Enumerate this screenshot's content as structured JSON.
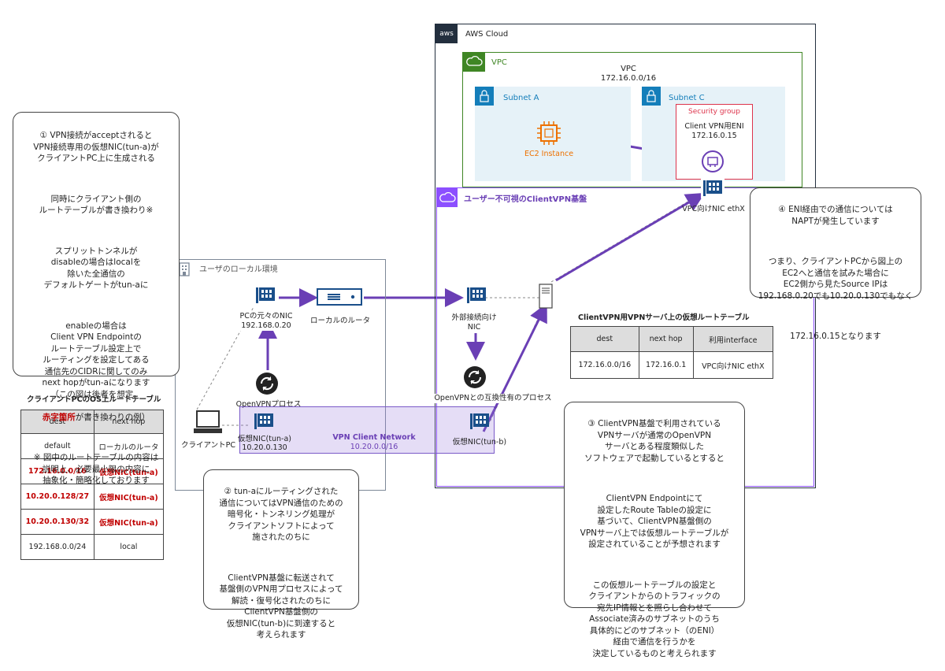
{
  "aws": {
    "title": "AWS Cloud",
    "logo_text": "aws"
  },
  "vpc": {
    "label": "VPC",
    "name": "VPC",
    "cidr": "172.16.0.0/16"
  },
  "subnet_a": {
    "label": "Subnet A"
  },
  "subnet_c": {
    "label": "Subnet C"
  },
  "security_group": {
    "label": "Security group",
    "eni_label": "Client VPN用ENI",
    "eni_ip": "172.16.0.15"
  },
  "ec2": {
    "label": "EC2 Instance"
  },
  "vpn_base": {
    "title": "ユーザー不可視のClientVPN基盤"
  },
  "vpc_nic": {
    "label": "VPC向けNIC ethX"
  },
  "local_env": {
    "title": "ユーザのローカル環境"
  },
  "pc_nic": {
    "label": "PCの元々のNIC",
    "ip": "192.168.0.20"
  },
  "router": {
    "label": "ローカルのルータ"
  },
  "ext_nic": {
    "label": "外部接続向け\nNIC"
  },
  "openvpn_process": {
    "label": "OpenVPNプロセス"
  },
  "openvpn_compat": {
    "label": "OpenVPNとの互換性有のプロセス"
  },
  "client_pc": {
    "label": "クライアントPC"
  },
  "tun_a": {
    "label": "仮想NIC(tun-a)",
    "ip": "10.20.0.130"
  },
  "tun_b": {
    "label": "仮想NIC(tun-b)"
  },
  "vpn_client_network": {
    "title": "VPN Client Network",
    "cidr": "10.20.0.0/16"
  },
  "server_table": {
    "title": "ClientVPN用VPNサーバ上の仮想ルートテーブル",
    "headers": [
      "dest",
      "next hop",
      "利用interface"
    ],
    "rows": [
      [
        "172.16.0.0/16",
        "172.16.0.1",
        "VPC向けNIC ethX"
      ]
    ]
  },
  "client_table": {
    "title": "クライアントPCのOS上ルートテーブル",
    "headers": [
      "dest",
      "next hop"
    ],
    "rows": [
      [
        "default",
        "ローカルのルータ"
      ],
      [
        "172.16.0.0/16",
        "仮想NIC(tun-a)"
      ],
      [
        "10.20.0.128/27",
        "仮想NIC(tun-a)"
      ],
      [
        "10.20.0.130/32",
        "仮想NIC(tun-a)"
      ],
      [
        "192.168.0.0/24",
        "local"
      ]
    ],
    "highlight_color": "#c00000"
  },
  "note1": {
    "p1": "① VPN接続がacceptされると\nVPN接続専用の仮想NIC(tun-a)が\nクライアントPC上に生成される",
    "p2": "同時にクライアント側の\nルートテーブルが書き換わり※",
    "p3": "スプリットトンネルが\ndisableの場合はlocalを\n除いた全通信の\nデフォルトゲートがtun-aに",
    "p4": "enableの場合は\nClient VPN Endpointの\nルートテーブル設定上で\nルーティングを設定してある\n通信先のCIDRに関してのみ\nnext hopがtun-aになります\n（この図は後者を想定。",
    "p4_red": "赤字箇所",
    "p4_tail": "が書き換わりの例）",
    "p5": "※ 図中のルートテーブルの内容は\n説明上、必要最小限の内容に\n抽象化・簡略化しております"
  },
  "note2": {
    "p1": "② tun-aにルーティングされた\n通信についてはVPN通信のための\n暗号化・トンネリング処理が\nクライアントソフトによって\n施されたのちに",
    "p2": "ClientVPN基盤に転送されて\n基盤側のVPN用プロセスによって\n解読・復号化されたのちに\nClientVPN基盤側の\n仮想NIC(tun-b)に到達すると\n考えられます"
  },
  "note3": {
    "p1": "③ ClientVPN基盤で利用されている\nVPNサーバが通常のOpenVPN\nサーバとある程度類似した\nソフトウェアで起動しているとすると",
    "p2": "ClientVPN Endpointにて\n設定したRoute Tableの設定に\n基づいて、ClientVPN基盤側の\nVPNサーバ上では仮想ルートテーブルが\n設定されていることが予想されます",
    "p3": "この仮想ルートテーブルの設定と\nクライアントからのトラフィックの\n宛先IP情報とを照らし合わせて\nAssociate済みのサブネットのうち\n具体的にどのサブネット（のENI）\n経由で通信を行うかを\n決定しているものと考えられます"
  },
  "note4": {
    "p1": "④ ENI経由での通信については\nNAPTが発生しています",
    "p2": "つまり、クライアントPCから図上の\nEC2へと通信を試みた場合に\nEC2側から見たSource IPは\n192.168.0.20でも10.20.0.130でもなく",
    "p3": "172.16.0.15となります"
  },
  "colors": {
    "arrow": "#6a3fb5",
    "aws_group": "#232f3e",
    "vpc_group": "#3f8624",
    "security_group": "#dd344c",
    "ec2": "#ed7100"
  }
}
